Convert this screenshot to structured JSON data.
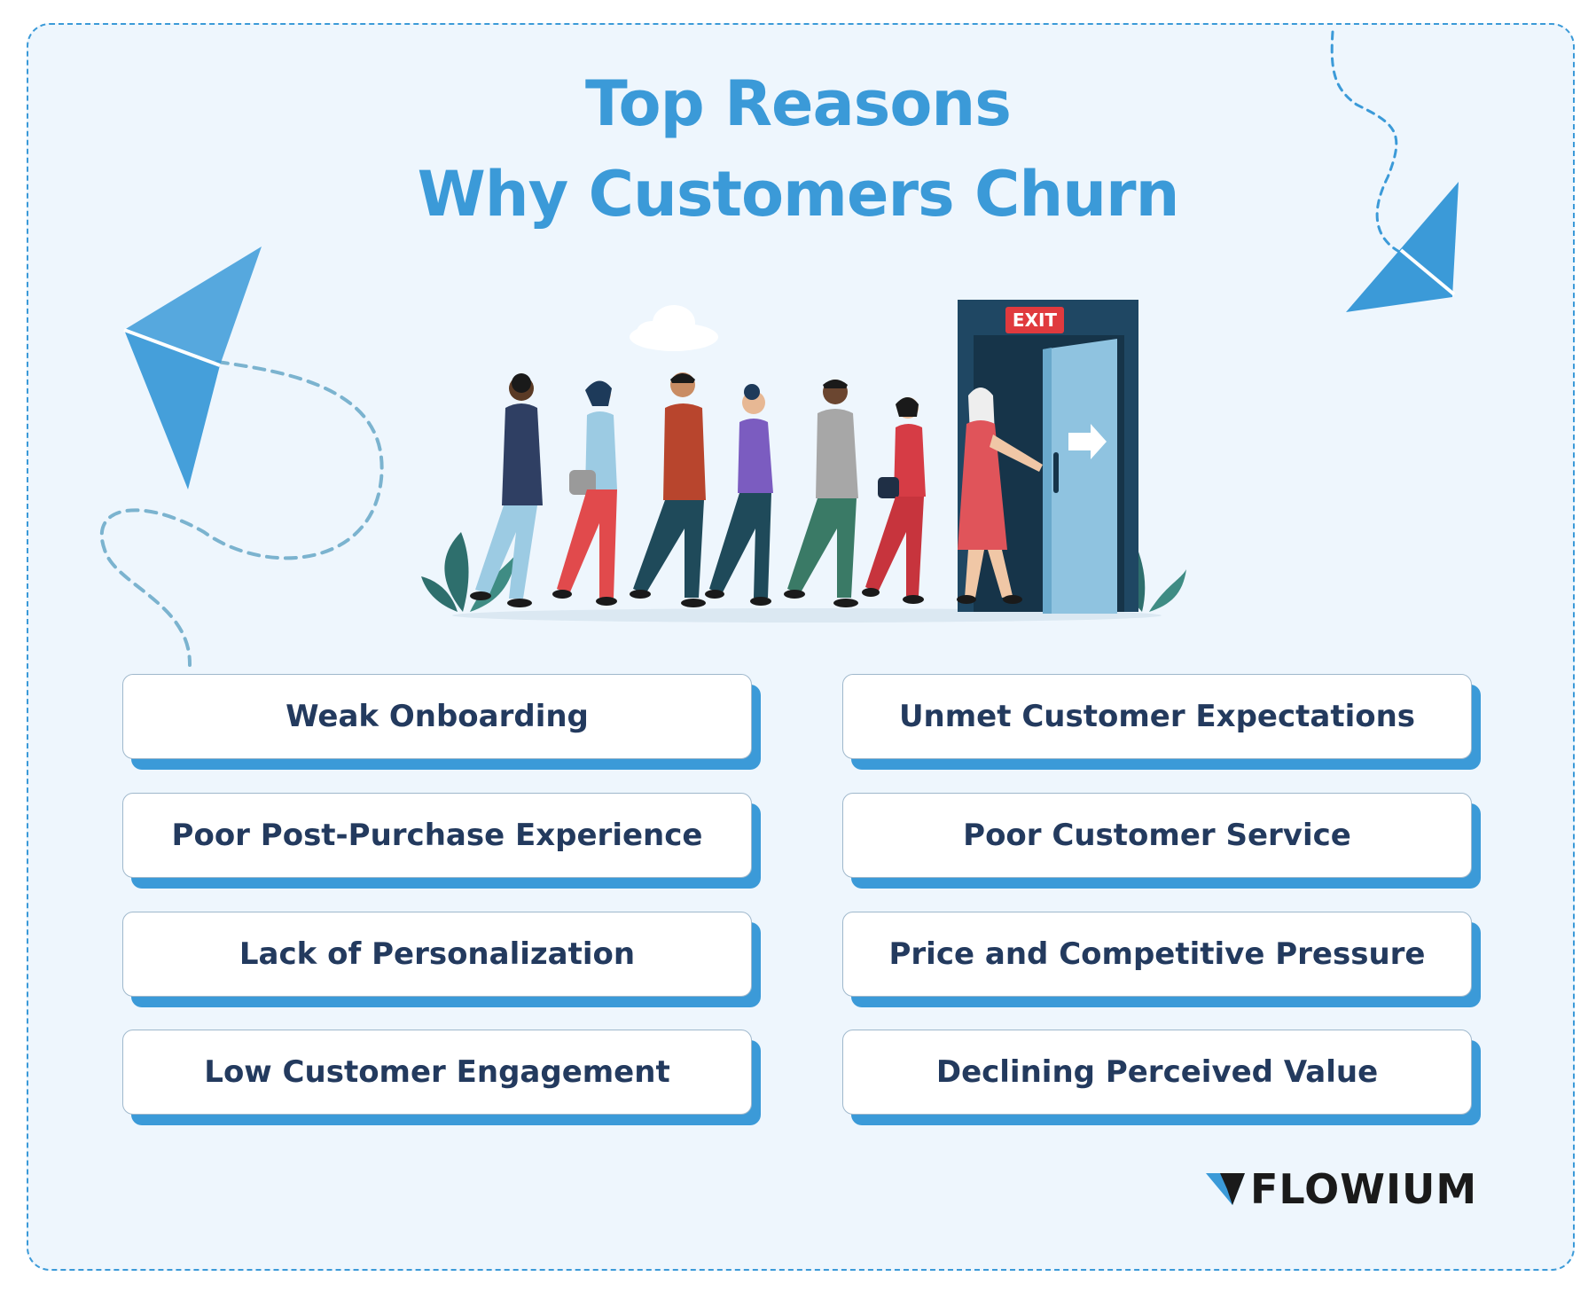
{
  "title": {
    "line1": "Top Reasons",
    "line2": "Why Customers Churn"
  },
  "illustration": {
    "exit_sign": "EXIT"
  },
  "reasons": [
    {
      "label": "Weak Onboarding"
    },
    {
      "label": "Unmet Customer Expectations"
    },
    {
      "label": "Poor Post-Purchase Experience"
    },
    {
      "label": "Poor Customer Service"
    },
    {
      "label": "Lack of Personalization"
    },
    {
      "label": "Price and Competitive Pressure"
    },
    {
      "label": "Low Customer Engagement"
    },
    {
      "label": "Declining Perceived Value"
    }
  ],
  "brand": {
    "name": "FLOWIUM"
  },
  "colors": {
    "accent": "#3b9ad8",
    "text_dark": "#233a5e",
    "background": "#eef6fd"
  }
}
